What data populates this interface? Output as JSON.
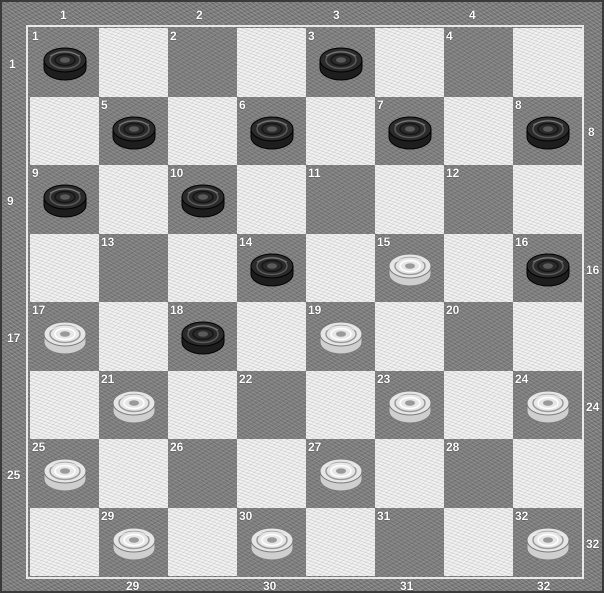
{
  "top_labels": [
    "1",
    "2",
    "3",
    "4"
  ],
  "bottom_labels": [
    "29",
    "30",
    "31",
    "32"
  ],
  "left_labels": [
    "1",
    "9",
    "17",
    "25"
  ],
  "right_labels": [
    "8",
    "16",
    "24",
    "32"
  ],
  "colors": {
    "dark_square": "#7c7c7c",
    "light_square": "#f2f2f2",
    "frame": "#7a7a7a",
    "black_piece": "#2b2b2b",
    "white_piece": "#e6e6e6"
  },
  "squares": [
    {
      "num": "1",
      "piece": "black"
    },
    {
      "num": "2",
      "piece": null
    },
    {
      "num": "3",
      "piece": "black"
    },
    {
      "num": "4",
      "piece": null
    },
    {
      "num": "5",
      "piece": "black"
    },
    {
      "num": "6",
      "piece": "black"
    },
    {
      "num": "7",
      "piece": "black"
    },
    {
      "num": "8",
      "piece": "black"
    },
    {
      "num": "9",
      "piece": "black"
    },
    {
      "num": "10",
      "piece": "black"
    },
    {
      "num": "11",
      "piece": null
    },
    {
      "num": "12",
      "piece": null
    },
    {
      "num": "13",
      "piece": null
    },
    {
      "num": "14",
      "piece": "black"
    },
    {
      "num": "15",
      "piece": "white"
    },
    {
      "num": "16",
      "piece": "black"
    },
    {
      "num": "17",
      "piece": "white"
    },
    {
      "num": "18",
      "piece": "black"
    },
    {
      "num": "19",
      "piece": "white"
    },
    {
      "num": "20",
      "piece": null
    },
    {
      "num": "21",
      "piece": "white"
    },
    {
      "num": "22",
      "piece": null
    },
    {
      "num": "23",
      "piece": "white"
    },
    {
      "num": "24",
      "piece": "white"
    },
    {
      "num": "25",
      "piece": "white"
    },
    {
      "num": "26",
      "piece": null
    },
    {
      "num": "27",
      "piece": "white"
    },
    {
      "num": "28",
      "piece": null
    },
    {
      "num": "29",
      "piece": "white"
    },
    {
      "num": "30",
      "piece": "white"
    },
    {
      "num": "31",
      "piece": null
    },
    {
      "num": "32",
      "piece": "white"
    }
  ]
}
